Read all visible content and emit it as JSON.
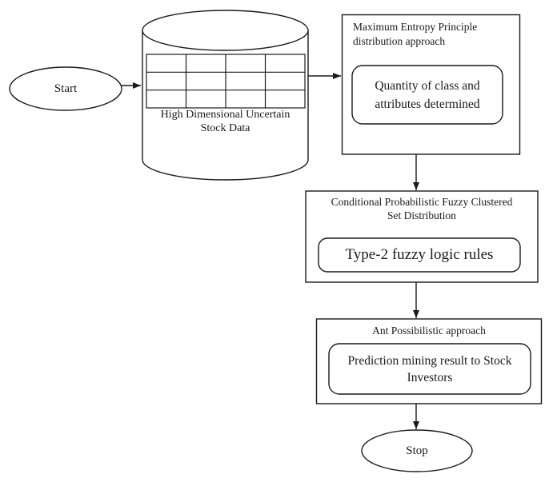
{
  "diagram": {
    "type": "flowchart",
    "background_color": "#ffffff",
    "stroke_color": "#1a1a1a",
    "nodes": {
      "start": {
        "shape": "ellipse",
        "label": "Start"
      },
      "stock_data": {
        "shape": "cylinder-database",
        "label_line1": "High Dimensional Uncertain",
        "label_line2": "Stock Data",
        "table": {
          "rows": 3,
          "columns": 4
        }
      },
      "max_entropy": {
        "shape": "rect-with-rounded-inner",
        "header_line1": "Maximum Entropy Principle",
        "header_line2": "distribution approach",
        "inner_line1": "Quantity of class and",
        "inner_line2": "attributes determined"
      },
      "fuzzy_cluster": {
        "shape": "rect-with-rounded-inner",
        "header_line1": "Conditional Probabilistic Fuzzy Clustered",
        "header_line2": "Set Distribution",
        "inner": "Type-2 fuzzy logic rules"
      },
      "ant_possibilistic": {
        "shape": "rect-with-rounded-inner",
        "header": "Ant Possibilistic approach",
        "inner_line1": "Prediction mining result to Stock",
        "inner_line2": "Investors"
      },
      "stop": {
        "shape": "ellipse",
        "label": "Stop"
      }
    },
    "edges": [
      {
        "from": "start",
        "to": "stock_data",
        "direction": "right"
      },
      {
        "from": "stock_data",
        "to": "max_entropy",
        "direction": "right"
      },
      {
        "from": "max_entropy",
        "to": "fuzzy_cluster",
        "direction": "down"
      },
      {
        "from": "fuzzy_cluster",
        "to": "ant_possibilistic",
        "direction": "down"
      },
      {
        "from": "ant_possibilistic",
        "to": "stop",
        "direction": "down"
      }
    ]
  }
}
